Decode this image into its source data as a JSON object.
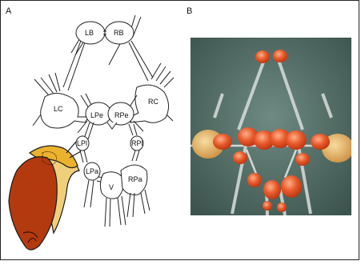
{
  "panel_a": {
    "label": "A",
    "ganglia": {
      "lb": "LB",
      "rb": "RB",
      "lc": "LC",
      "rc": "RC",
      "lpe": "LPe",
      "rpe": "RPe",
      "lpl": "LPl",
      "rpl": "RPl",
      "lpa": "LPa",
      "rpa": "RPa",
      "v": "V"
    }
  },
  "panel_b": {
    "label": "B"
  },
  "colors": {
    "shell_dark": "#b33a0e",
    "shell_light": "#e7c27a",
    "snail_yellow": "#ebb22d",
    "photo_bg": "#4f6a63",
    "ganglion_orange": "#e85a2c"
  }
}
